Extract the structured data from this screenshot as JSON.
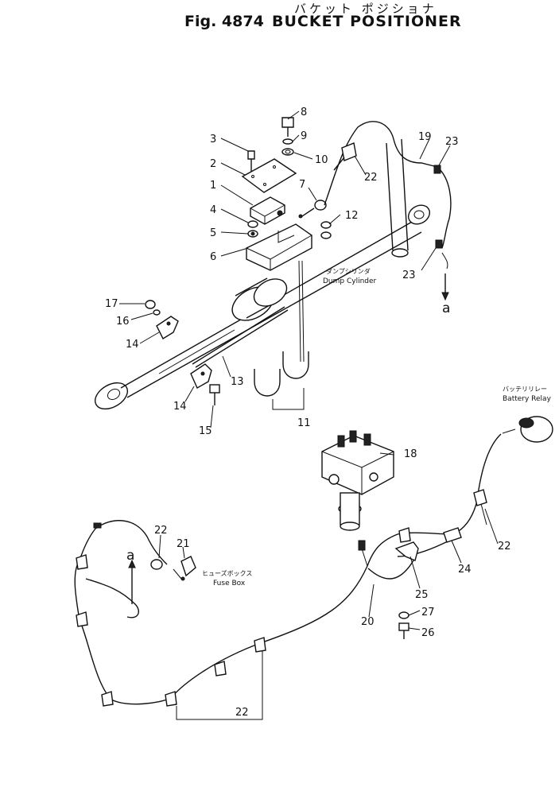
{
  "header": {
    "fig": "Fig. 4874",
    "title_jp": "バケット ポジショナ",
    "title": "BUCKET POSITIONER"
  },
  "captions": {
    "dump_cylinder_jp": "ダンプシリンダ",
    "dump_cylinder": "Dump Cylinder",
    "battery_relay_jp": "バッテリリレー",
    "battery_relay": "Battery Relay",
    "fuse_box_jp": "ヒューズボックス",
    "fuse_box": "Fuse Box"
  },
  "connector_labels": {
    "a_top": "a",
    "a_bottom": "a"
  },
  "callouts": {
    "c1": "1",
    "c2": "2",
    "c3": "3",
    "c4": "4",
    "c5": "5",
    "c6": "6",
    "c7": "7",
    "c8": "8",
    "c9": "9",
    "c10": "10",
    "c11": "11",
    "c12": "12",
    "c13": "13",
    "c14a": "14",
    "c14b": "14",
    "c15": "15",
    "c16": "16",
    "c17": "17",
    "c18": "18",
    "c19": "19",
    "c20": "20",
    "c21": "21",
    "c22a": "22",
    "c22b": "22",
    "c22c": "22",
    "c22d": "22",
    "c23a": "23",
    "c23b": "23",
    "c24": "24",
    "c25": "25",
    "c26": "26",
    "c27": "27"
  }
}
